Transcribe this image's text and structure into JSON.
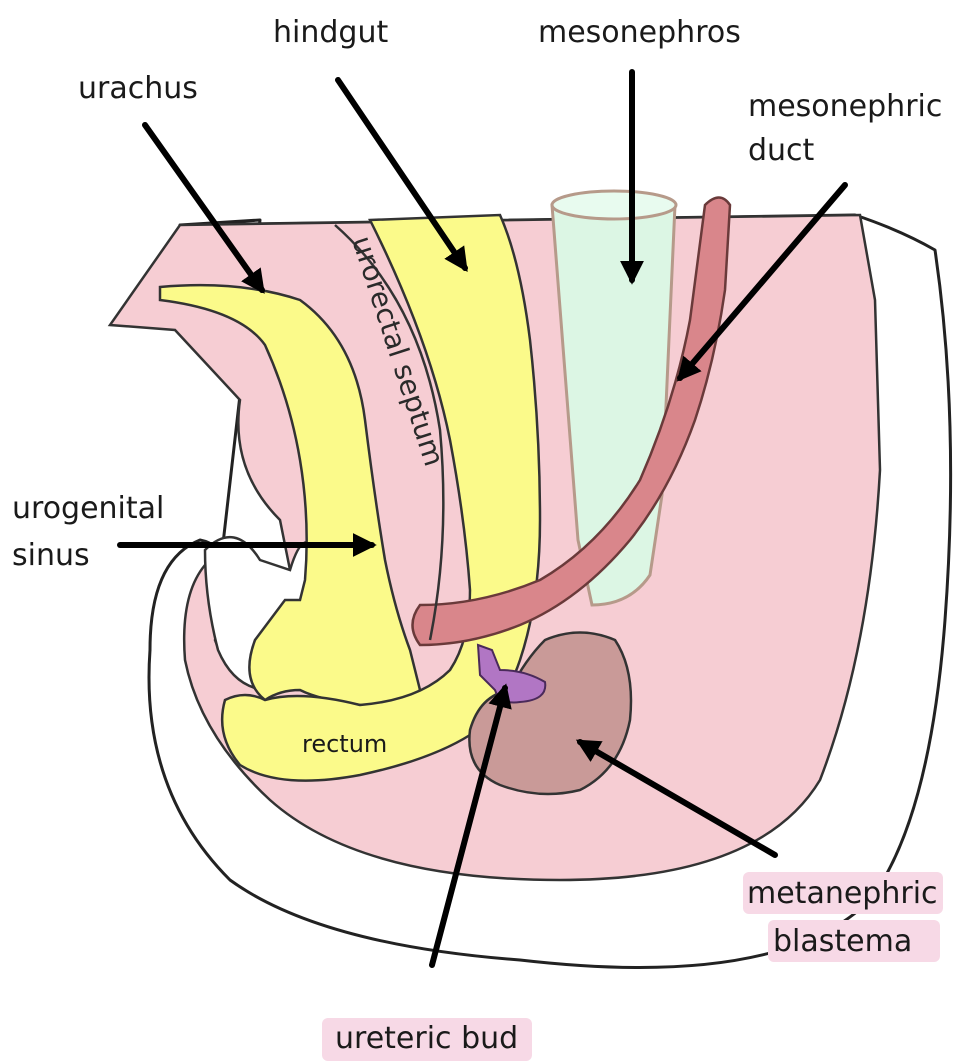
{
  "labels": {
    "urachus": "urachus",
    "hindgut": "hindgut",
    "mesonephros": "mesonephros",
    "mesonephric_duct_line1": "mesonephric",
    "mesonephric_duct_line2": "duct",
    "urorectal_septum": "urorectal septum",
    "urogenital_sinus_line1": "urogenital",
    "urogenital_sinus_line2": "sinus",
    "rectum": "rectum",
    "metanephric_blastema_line1": "metanephric",
    "metanephric_blastema_line2": "blastema",
    "ureteric_bud": "ureteric bud"
  },
  "colors": {
    "tissue_pink": "#f6cdd3",
    "lumen_yellow": "#fbfa8a",
    "mesonephros_green": "#dcf6e4",
    "duct_brown": "#d9868b",
    "blastema_brown": "#c99a98",
    "bud_purple": "#b176c4",
    "label_highlight": "#f7d9e6"
  }
}
